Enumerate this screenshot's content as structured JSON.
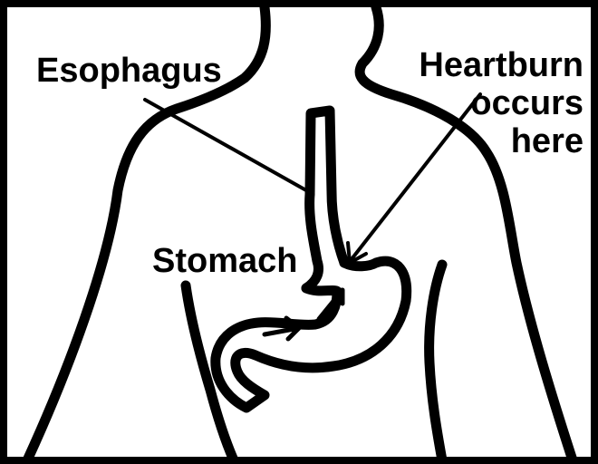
{
  "labels": {
    "esophagus": "Esophagus",
    "stomach": "Stomach",
    "heartburn_line1": "Heartburn",
    "heartburn_line2": "occurs",
    "heartburn_line3": "here"
  },
  "colors": {
    "background": "#ffffff",
    "ink": "#000000"
  }
}
